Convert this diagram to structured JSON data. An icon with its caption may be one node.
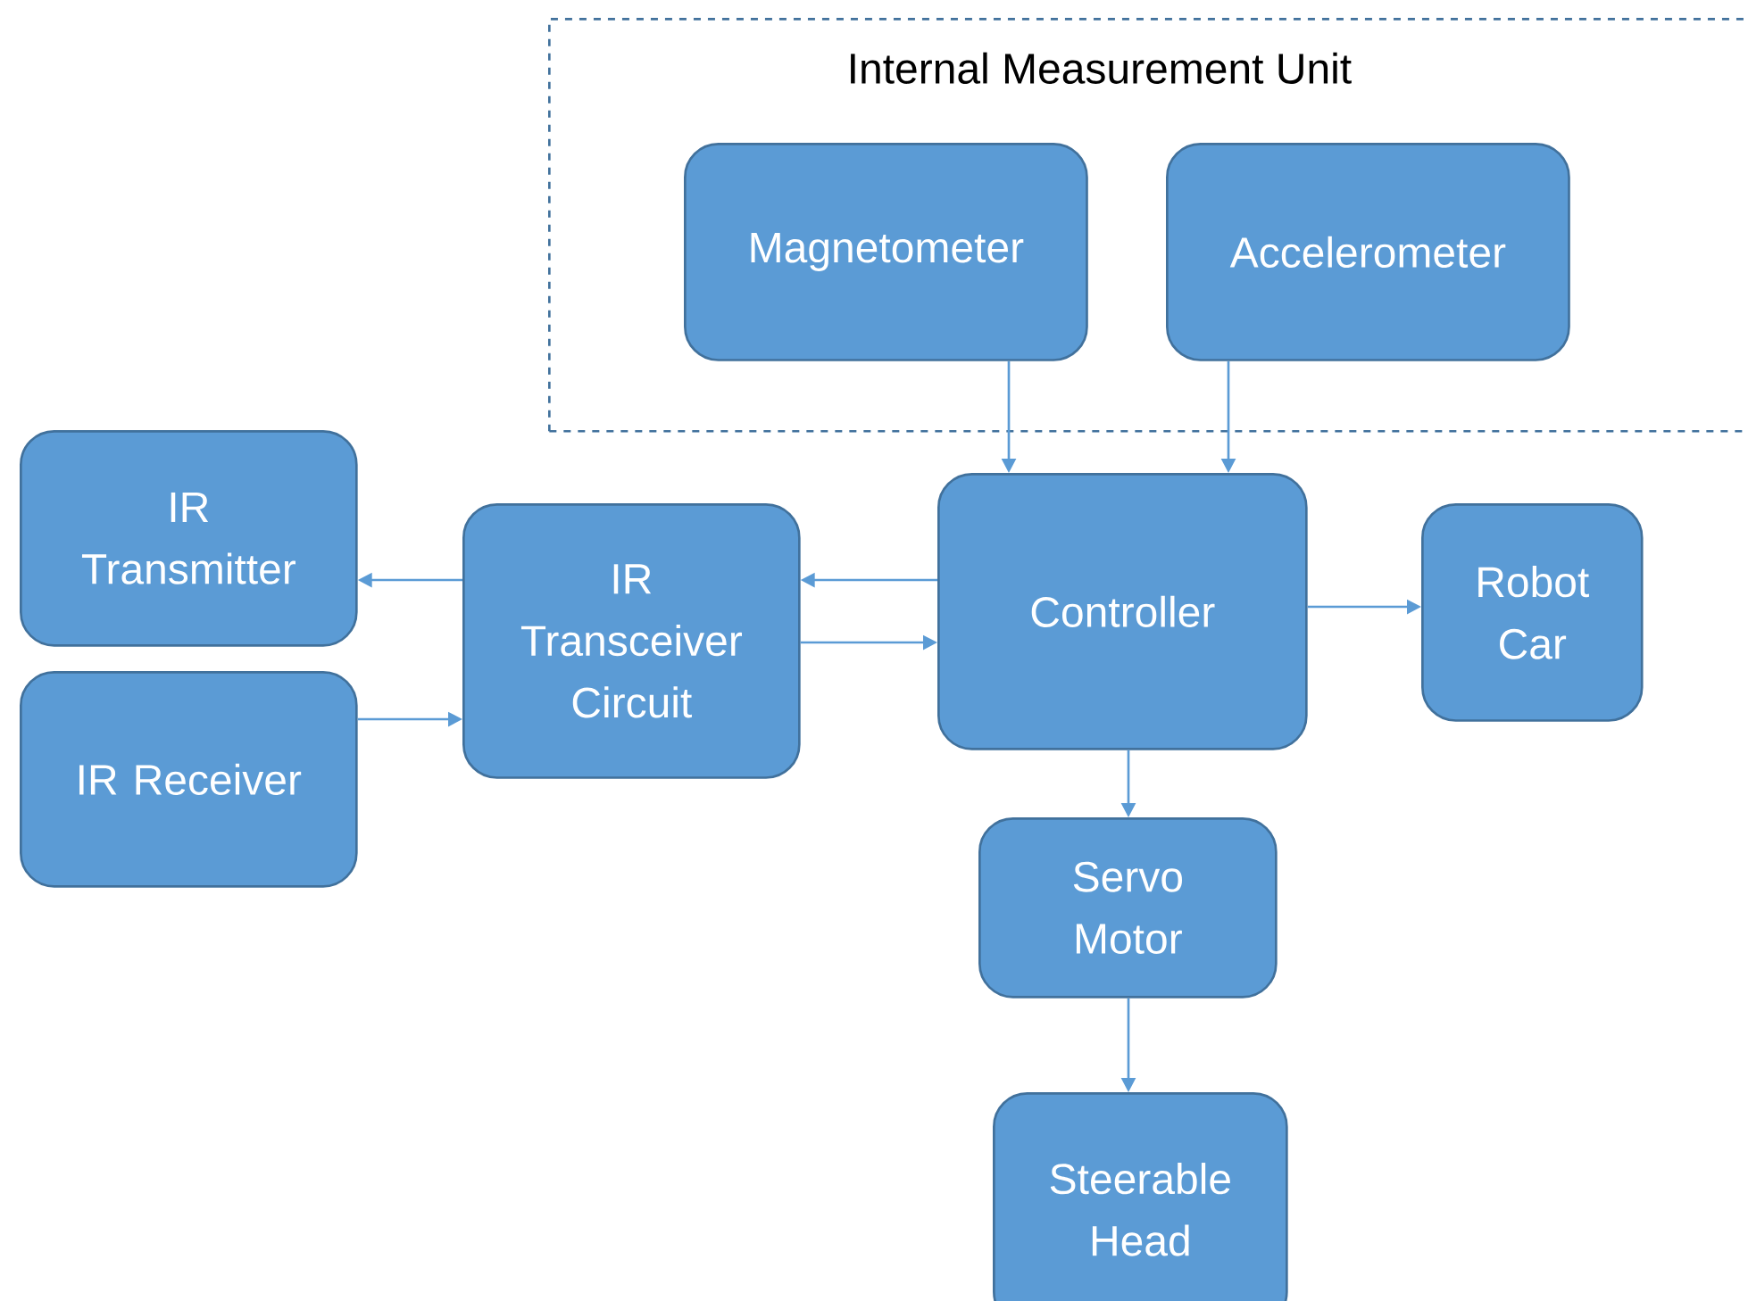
{
  "diagram": {
    "nodes": [
      {
        "text": [
          "Internal Measurement Unit"
        ]
      },
      {
        "text": [
          "Magnetometer"
        ],
        "in": 0
      },
      {
        "text": [
          "Accelerometer"
        ],
        "in": 0
      },
      {
        "text": [
          "IR Transmitter"
        ]
      },
      {
        "text": [
          "IR Transceiver Circuit"
        ]
      },
      {
        "text": [
          "Controller"
        ]
      },
      {
        "text": [
          "Robot Car"
        ]
      },
      {
        "text": [
          "IR Receiver"
        ]
      },
      {
        "text": [
          "Servo Motor"
        ]
      },
      {
        "text": [
          "Steerable Head"
        ]
      }
    ],
    "edges": [
      {
        "from": 1,
        "to": 5,
        "arrow": "to"
      },
      {
        "from": 2,
        "to": 5,
        "arrow": "to"
      },
      {
        "from": 5,
        "to": 4,
        "arrow": "to"
      },
      {
        "from": 4,
        "to": 3,
        "arrow": "to"
      },
      {
        "from": 4,
        "to": 5,
        "arrow": "to"
      },
      {
        "from": 7,
        "to": 4,
        "arrow": "to"
      },
      {
        "from": 5,
        "to": 6,
        "arrow": "to"
      },
      {
        "from": 5,
        "to": 8,
        "arrow": "to"
      },
      {
        "from": 8,
        "to": 9,
        "arrow": "to"
      }
    ]
  }
}
